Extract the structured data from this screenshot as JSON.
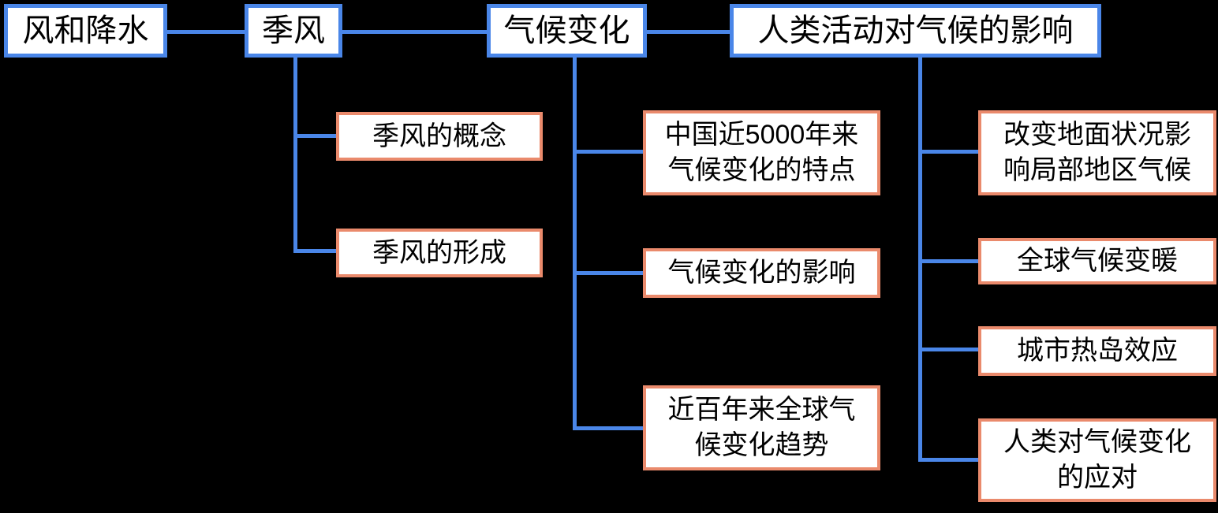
{
  "diagram": {
    "background": "#000000",
    "colors": {
      "connector": "#4a86e8",
      "level1_border": "#4a86e8",
      "level2_border": "#ea8a6c",
      "box_fill": "#ffffff",
      "text": "#000000"
    },
    "nodes": [
      {
        "id": "wind-and-precipitation",
        "label": "风和降水",
        "children": []
      },
      {
        "id": "monsoon",
        "label": "季风",
        "children": [
          {
            "label": "季风的概念"
          },
          {
            "label": "季风的形成"
          }
        ]
      },
      {
        "id": "climate-change",
        "label": "气候变化",
        "children": [
          {
            "label": "中国近5000年来\n气候变化的特点"
          },
          {
            "label": "气候变化的影响"
          },
          {
            "label": "近百年来全球气\n候变化趋势"
          }
        ]
      },
      {
        "id": "human-impact-on-climate",
        "label": "人类活动对气候的影响",
        "children": [
          {
            "label": "改变地面状况影\n响局部地区气候"
          },
          {
            "label": "全球气候变暖"
          },
          {
            "label": "城市热岛效应"
          },
          {
            "label": "人类对气候变化\n的应对"
          }
        ]
      }
    ]
  }
}
